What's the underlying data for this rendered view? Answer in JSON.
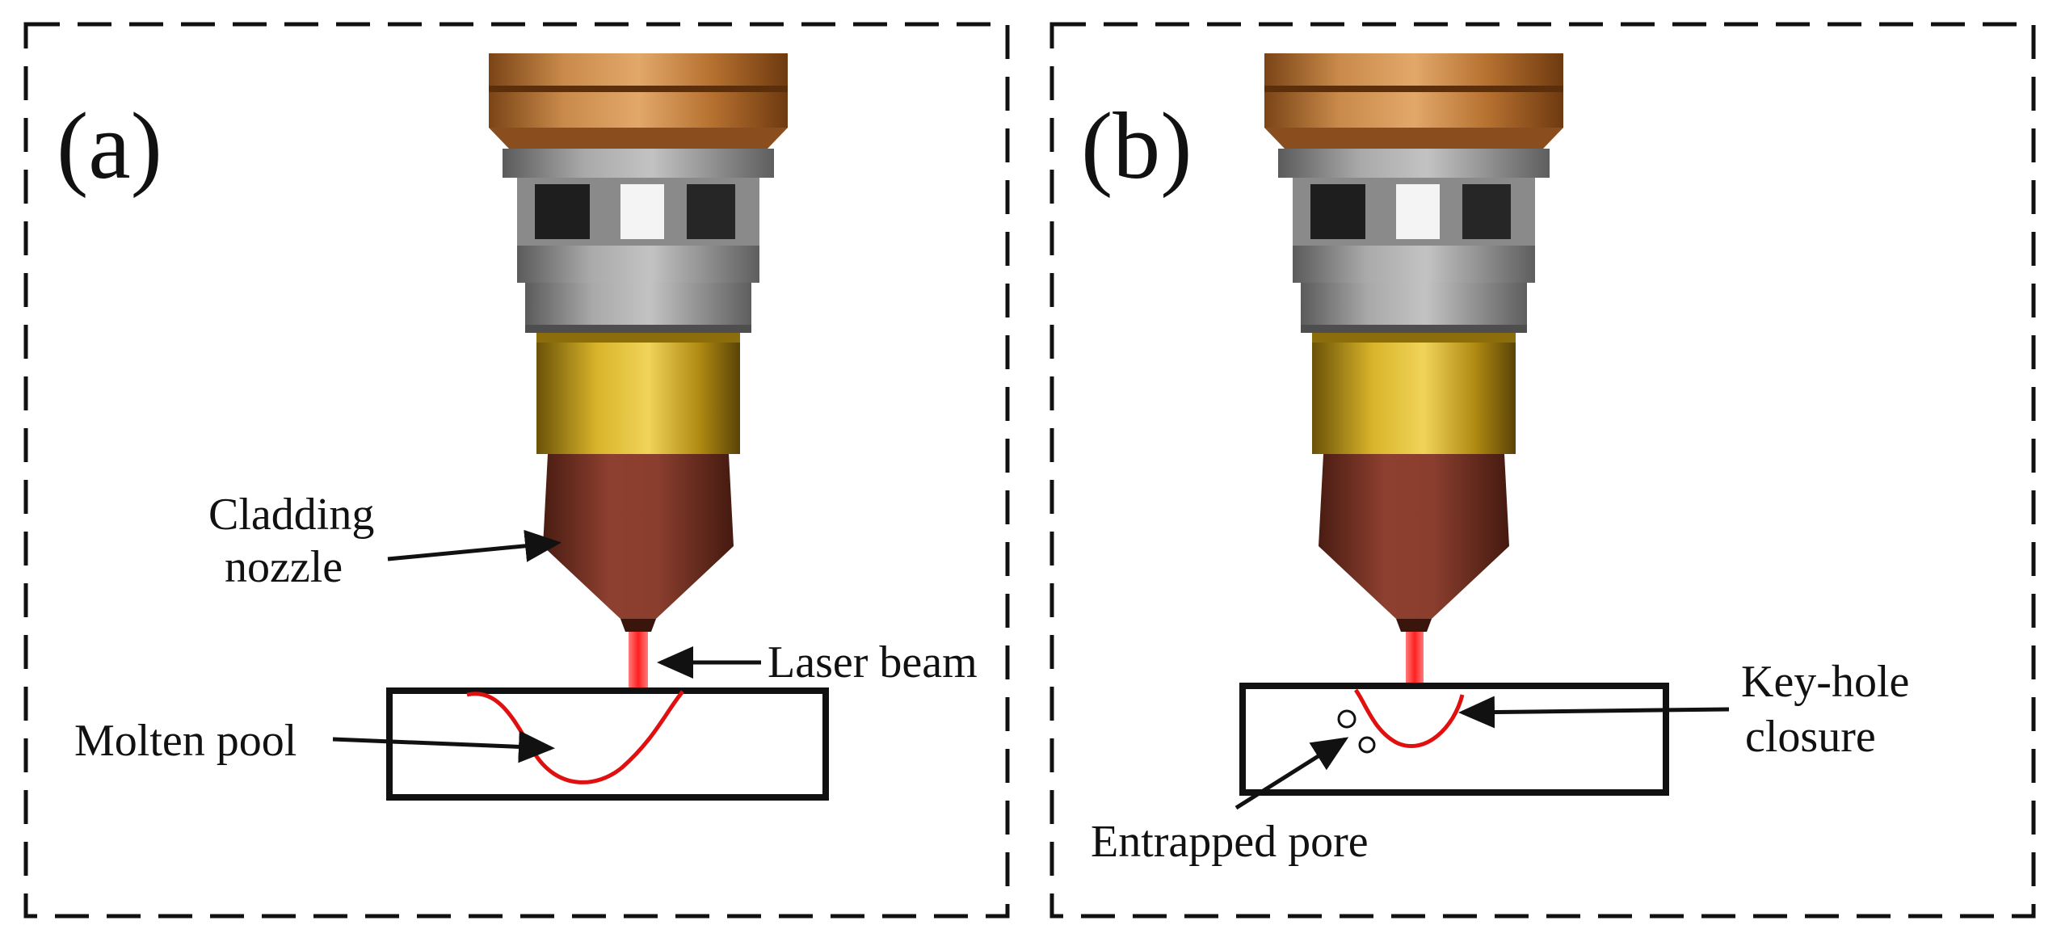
{
  "panels": [
    {
      "id": "a",
      "label": "(a)",
      "annotations": {
        "nozzle_line1": "Cladding",
        "nozzle_line2": "nozzle",
        "laser": "Laser beam",
        "pool": "Molten pool"
      }
    },
    {
      "id": "b",
      "label": "(b)",
      "annotations": {
        "keyhole_line1": "Key-hole",
        "keyhole_line2": "closure",
        "pore": "Entrapped pore"
      }
    }
  ],
  "colors": {
    "laser": "#ff3b3b",
    "pool_outline": "#e01010",
    "cap_copper": "#c27a3a",
    "collar_brass": "#c9a21a",
    "nozzle_brown": "#7a3526",
    "body_gray": "#8c8c8c",
    "frame": "#111111"
  }
}
